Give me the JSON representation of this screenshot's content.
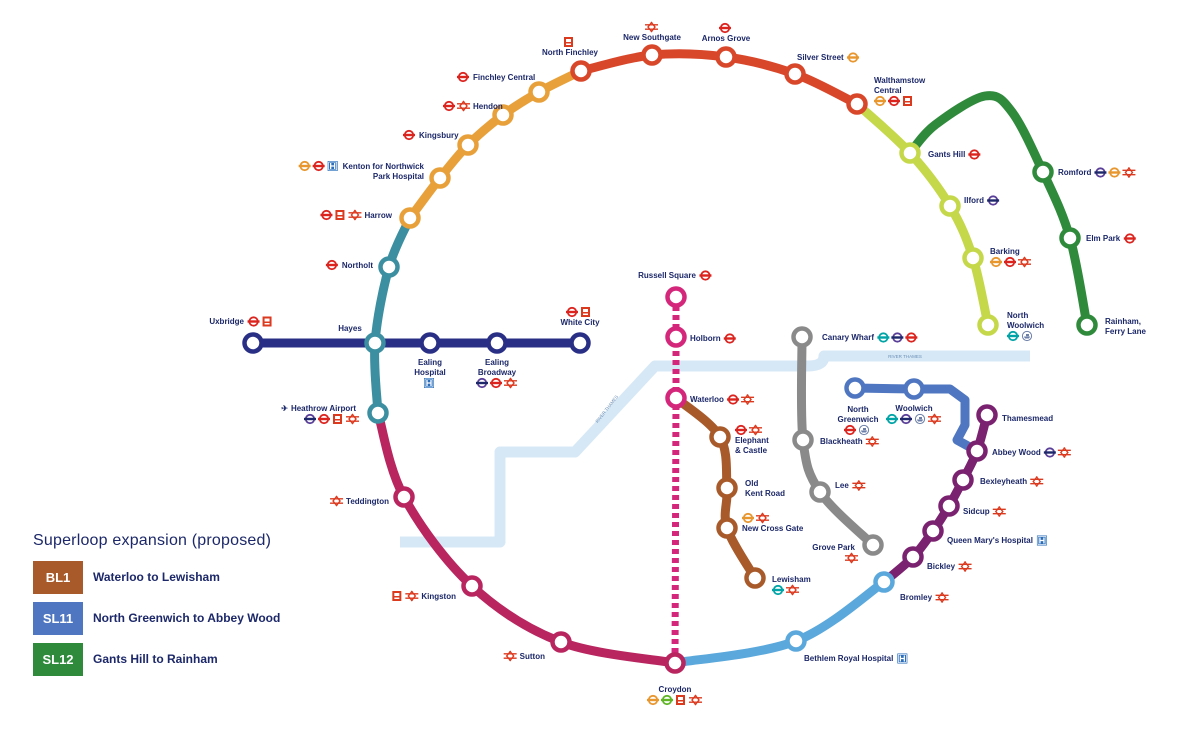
{
  "colors": {
    "text": "#1c2869",
    "river": "#d6e8f6",
    "underground": "#dc241f",
    "overground": "#e8962e",
    "elizabeth": "#5a3f99",
    "dlr": "#00a4a7",
    "tram": "#5fb526",
    "rail": "#dc3a1f",
    "bus": "#dc3a1f",
    "hospital": "#2a6ebb",
    "airport": "#1c2869",
    "riverbus": "#6c7fa8"
  },
  "river": {
    "labels": [
      "RIVER THAMES",
      "RIVER THAMES"
    ]
  },
  "legend": {
    "title": "Superloop expansion (proposed)",
    "items": [
      {
        "code": "BL1",
        "label": "Waterloo to Lewisham",
        "color": "#a85a2a"
      },
      {
        "code": "SL11",
        "label": "North Greenwich to Abbey Wood",
        "color": "#4f76c0"
      },
      {
        "code": "SL12",
        "label": "Gants Hill to Rainham",
        "color": "#2f8a3c"
      }
    ]
  },
  "stations": {
    "north-finchley": {
      "name": [
        "North Finchley"
      ],
      "icons": [
        "bus"
      ]
    },
    "new-southgate": {
      "name": [
        "New Southgate"
      ],
      "icons": [
        "rail"
      ]
    },
    "arnos-grove": {
      "name": [
        "Arnos Grove"
      ],
      "icons": [
        "underground"
      ]
    },
    "silver-street": {
      "name": [
        "Silver Street"
      ],
      "icons": [
        "overground"
      ]
    },
    "walthamstow-central": {
      "name": [
        "Walthamstow",
        "Central"
      ],
      "icons": [
        "overground",
        "underground",
        "bus"
      ]
    },
    "finchley-central": {
      "name": [
        "Finchley Central"
      ],
      "icons": [
        "underground"
      ]
    },
    "hendon": {
      "name": [
        "Hendon"
      ],
      "icons": [
        "underground",
        "rail"
      ]
    },
    "kingsbury": {
      "name": [
        "Kingsbury"
      ],
      "icons": [
        "underground"
      ]
    },
    "kenton": {
      "name": [
        "Kenton for Northwick",
        "Park Hospital"
      ],
      "icons": [
        "overground",
        "underground",
        "hospital"
      ]
    },
    "harrow": {
      "name": [
        "Harrow"
      ],
      "icons": [
        "underground",
        "bus",
        "rail"
      ]
    },
    "northolt": {
      "name": [
        "Northolt"
      ],
      "icons": [
        "underground"
      ]
    },
    "hayes": {
      "name": [
        "Hayes"
      ],
      "icons": []
    },
    "uxbridge": {
      "name": [
        "Uxbridge"
      ],
      "icons": [
        "underground",
        "bus"
      ]
    },
    "ealing-hospital": {
      "name": [
        "Ealing",
        "Hospital"
      ],
      "icons": [
        "hospital"
      ]
    },
    "ealing-broadway": {
      "name": [
        "Ealing",
        "Broadway"
      ],
      "icons": [
        "elizabeth",
        "underground",
        "rail"
      ]
    },
    "white-city": {
      "name": [
        "White City"
      ],
      "icons": [
        "underground",
        "bus"
      ]
    },
    "heathrow-airport": {
      "name": [
        "Heathrow Airport"
      ],
      "icons": [
        "elizabeth",
        "underground",
        "bus",
        "rail"
      ]
    },
    "teddington": {
      "name": [
        "Teddington"
      ],
      "icons": [
        "rail"
      ]
    },
    "kingston": {
      "name": [
        "Kingston"
      ],
      "icons": [
        "bus",
        "rail"
      ]
    },
    "sutton": {
      "name": [
        "Sutton"
      ],
      "icons": [
        "rail"
      ]
    },
    "croydon": {
      "name": [
        "Croydon"
      ],
      "icons": [
        "overground",
        "tram",
        "bus",
        "rail"
      ]
    },
    "bethlem": {
      "name": [
        "Bethlem Royal Hospital"
      ],
      "icons": [
        "hospital"
      ]
    },
    "bromley": {
      "name": [
        "Bromley"
      ],
      "icons": [
        "rail"
      ]
    },
    "bickley": {
      "name": [
        "Bickley"
      ],
      "icons": [
        "rail"
      ]
    },
    "queen-marys": {
      "name": [
        "Queen Mary's Hospital"
      ],
      "icons": [
        "hospital"
      ]
    },
    "sidcup": {
      "name": [
        "Sidcup"
      ],
      "icons": [
        "rail"
      ]
    },
    "bexleyheath": {
      "name": [
        "Bexleyheath"
      ],
      "icons": [
        "rail"
      ]
    },
    "abbey-wood": {
      "name": [
        "Abbey Wood"
      ],
      "icons": [
        "elizabeth",
        "rail"
      ]
    },
    "thamesmead": {
      "name": [
        "Thamesmead"
      ],
      "icons": []
    },
    "gants-hill": {
      "name": [
        "Gants Hill"
      ],
      "icons": [
        "underground"
      ]
    },
    "ilford": {
      "name": [
        "Ilford"
      ],
      "icons": [
        "elizabeth"
      ]
    },
    "barking": {
      "name": [
        "Barking"
      ],
      "icons": [
        "overground",
        "underground",
        "rail"
      ]
    },
    "north-woolwich": {
      "name": [
        "North",
        "Woolwich"
      ],
      "icons": [
        "dlr",
        "riverbus"
      ]
    },
    "romford": {
      "name": [
        "Romford"
      ],
      "icons": [
        "elizabeth",
        "overground",
        "rail"
      ]
    },
    "elm-park": {
      "name": [
        "Elm Park"
      ],
      "icons": [
        "underground"
      ]
    },
    "rainham": {
      "name": [
        "Rainham,",
        "Ferry Lane"
      ],
      "icons": []
    },
    "russell-square": {
      "name": [
        "Russell Square"
      ],
      "icons": [
        "underground"
      ]
    },
    "holborn": {
      "name": [
        "Holborn"
      ],
      "icons": [
        "underground"
      ]
    },
    "waterloo": {
      "name": [
        "Waterloo"
      ],
      "icons": [
        "underground",
        "rail"
      ]
    },
    "elephant-castle": {
      "name": [
        "Elephant",
        "& Castle"
      ],
      "icons": [
        "underground",
        "rail"
      ]
    },
    "old-kent-road": {
      "name": [
        "Old",
        "Kent Road"
      ],
      "icons": []
    },
    "new-cross-gate": {
      "name": [
        "New Cross Gate"
      ],
      "icons": [
        "overground",
        "rail"
      ]
    },
    "lewisham": {
      "name": [
        "Lewisham"
      ],
      "icons": [
        "dlr",
        "rail"
      ]
    },
    "canary-wharf": {
      "name": [
        "Canary Wharf"
      ],
      "icons": [
        "dlr",
        "elizabeth",
        "underground"
      ]
    },
    "blackheath": {
      "name": [
        "Blackheath"
      ],
      "icons": [
        "rail"
      ]
    },
    "lee": {
      "name": [
        "Lee"
      ],
      "icons": [
        "rail"
      ]
    },
    "grove-park": {
      "name": [
        "Grove Park"
      ],
      "icons": [
        "rail"
      ]
    },
    "north-greenwich": {
      "name": [
        "North",
        "Greenwich"
      ],
      "icons": [
        "underground",
        "riverbus"
      ]
    },
    "woolwich": {
      "name": [
        "Woolwich"
      ],
      "icons": [
        "dlr",
        "elizabeth",
        "riverbus",
        "rail"
      ]
    }
  },
  "lines": [
    {
      "id": "north",
      "color": "#d9472b",
      "stations": [
        "north-finchley",
        "new-southgate",
        "arnos-grove",
        "silver-street",
        "walthamstow-central"
      ]
    },
    {
      "id": "northwest",
      "color": "#e8a13a",
      "stations": [
        "harrow",
        "kenton",
        "kingsbury",
        "hendon",
        "finchley-central",
        "north-finchley"
      ]
    },
    {
      "id": "west",
      "color": "#3c8fa0",
      "stations": [
        "harrow",
        "northolt",
        "hayes",
        "heathrow-airport"
      ]
    },
    {
      "id": "southwest",
      "color": "#b8255f",
      "stations": [
        "heathrow-airport",
        "teddington",
        "kingston",
        "sutton",
        "croydon"
      ]
    },
    {
      "id": "south",
      "color": "#5aa8dc",
      "stations": [
        "croydon",
        "bethlem",
        "bromley"
      ]
    },
    {
      "id": "southeast",
      "color": "#7a2270",
      "stations": [
        "bromley",
        "bickley",
        "queen-marys",
        "sidcup",
        "bexleyheath",
        "abbey-wood",
        "thamesmead"
      ]
    },
    {
      "id": "east",
      "color": "#c5d84a",
      "stations": [
        "walthamstow-central",
        "gants-hill",
        "ilford",
        "barking",
        "north-woolwich"
      ]
    },
    {
      "id": "SL12",
      "color": "#2f8a3c",
      "stations": [
        "gants-hill",
        "romford",
        "elm-park",
        "rainham"
      ]
    },
    {
      "id": "crosstown",
      "color": "#2a2f86",
      "stations": [
        "uxbridge",
        "hayes",
        "ealing-hospital",
        "ealing-broadway",
        "white-city"
      ]
    },
    {
      "id": "central",
      "color": "#d4267a",
      "dashed": true,
      "stations": [
        "russell-square",
        "holborn",
        "waterloo",
        "croydon"
      ]
    },
    {
      "id": "BL1",
      "color": "#a85a2a",
      "stations": [
        "waterloo",
        "elephant-castle",
        "old-kent-road",
        "new-cross-gate",
        "lewisham"
      ]
    },
    {
      "id": "docklands",
      "color": "#8a8a8a",
      "stations": [
        "canary-wharf",
        "blackheath",
        "lee",
        "grove-park"
      ]
    },
    {
      "id": "SL11",
      "color": "#4f76c0",
      "stations": [
        "north-greenwich",
        "woolwich",
        "abbey-wood"
      ]
    }
  ]
}
